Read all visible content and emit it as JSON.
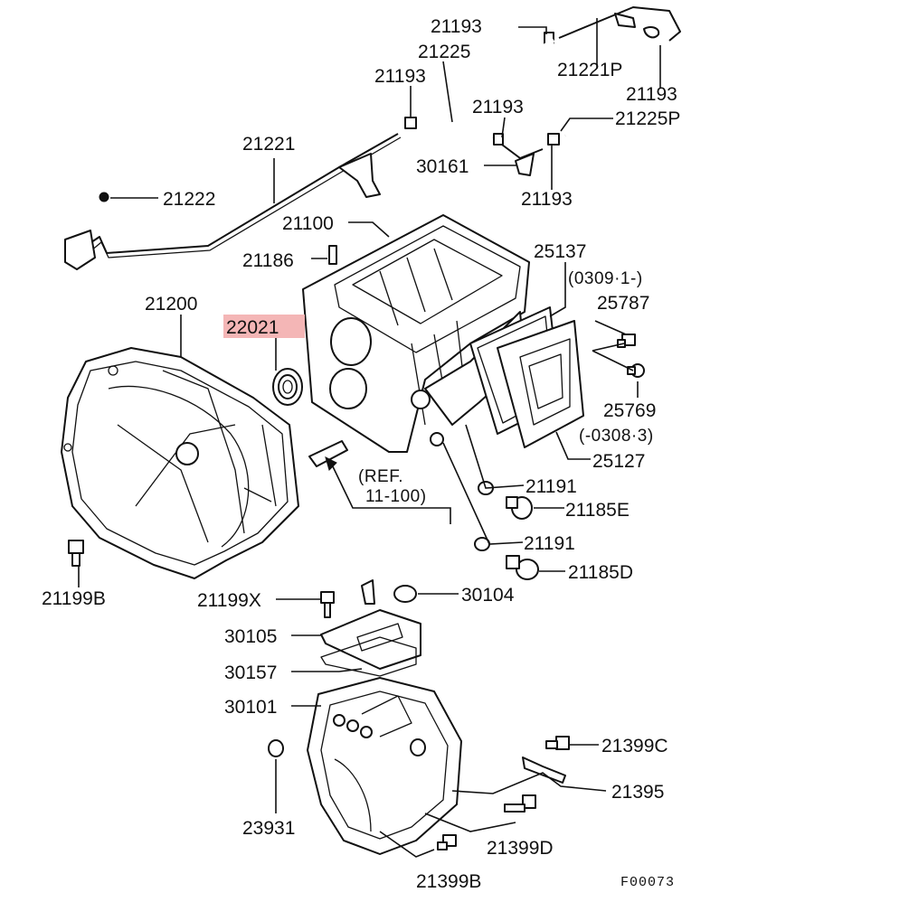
{
  "diagram": {
    "drawing_code": "F00073",
    "highlighted_part": "22021",
    "highlight_color": "#f4b6b6",
    "ref_note": [
      "(REF.",
      "11-100)"
    ],
    "parts": [
      {
        "id": "21193a",
        "label": "21193"
      },
      {
        "id": "21225",
        "label": "21225"
      },
      {
        "id": "21193b",
        "label": "21193"
      },
      {
        "id": "21221P",
        "label": "21221P"
      },
      {
        "id": "21193c",
        "label": "21193"
      },
      {
        "id": "21193d",
        "label": "21193"
      },
      {
        "id": "21225P",
        "label": "21225P"
      },
      {
        "id": "21221",
        "label": "21221"
      },
      {
        "id": "30161",
        "label": "30161"
      },
      {
        "id": "21222",
        "label": "21222"
      },
      {
        "id": "21193e",
        "label": "21193"
      },
      {
        "id": "21100",
        "label": "21100"
      },
      {
        "id": "25137",
        "label": "25137"
      },
      {
        "id": "21186",
        "label": "21186"
      },
      {
        "id": "date1",
        "label": "(0309·1-)"
      },
      {
        "id": "21200",
        "label": "21200"
      },
      {
        "id": "25787",
        "label": "25787"
      },
      {
        "id": "22021",
        "label": "22021"
      },
      {
        "id": "25769",
        "label": "25769"
      },
      {
        "id": "date2",
        "label": "(-0308·3)"
      },
      {
        "id": "25127",
        "label": "25127"
      },
      {
        "id": "21191a",
        "label": "21191"
      },
      {
        "id": "21185E",
        "label": "21185E"
      },
      {
        "id": "21191b",
        "label": "21191"
      },
      {
        "id": "21185D",
        "label": "21185D"
      },
      {
        "id": "21199B",
        "label": "21199B"
      },
      {
        "id": "21199X",
        "label": "21199X"
      },
      {
        "id": "30104",
        "label": "30104"
      },
      {
        "id": "30105",
        "label": "30105"
      },
      {
        "id": "30157",
        "label": "30157"
      },
      {
        "id": "30101",
        "label": "30101"
      },
      {
        "id": "21399C",
        "label": "21399C"
      },
      {
        "id": "21395",
        "label": "21395"
      },
      {
        "id": "23931",
        "label": "23931"
      },
      {
        "id": "21399D",
        "label": "21399D"
      },
      {
        "id": "21399B",
        "label": "21399B"
      }
    ]
  }
}
